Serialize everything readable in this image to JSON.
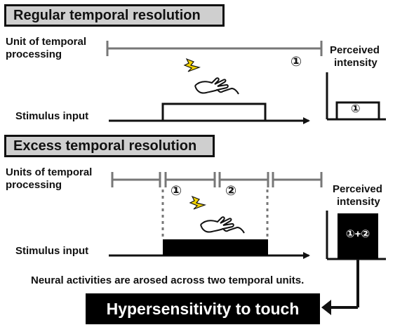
{
  "top_section": {
    "header": "Regular temporal resolution",
    "unit_label_line1": "Unit of temporal",
    "unit_label_line2": "processing",
    "unit_marker": "①",
    "perceived_line1": "Perceived",
    "perceived_line2": "intensity",
    "perceived_box_marker": "①",
    "stimulus_label": "Stimulus input"
  },
  "bottom_section": {
    "header": "Excess temporal resolution",
    "units_label_line1": "Units of temporal",
    "units_label_line2": "processing",
    "unit_marker_1": "①",
    "unit_marker_2": "②",
    "perceived_line1": "Perceived",
    "perceived_line2": "intensity",
    "perceived_box_text": "①+②",
    "stimulus_label": "Stimulus input"
  },
  "note": "Neural activities are arosed across two temporal units.",
  "conclusion": "Hypersensitivity to touch",
  "colors": {
    "header_bg": "#cfcfcf",
    "bar_gray": "#777777",
    "lightning": "#f2d200",
    "ink": "#111111"
  }
}
